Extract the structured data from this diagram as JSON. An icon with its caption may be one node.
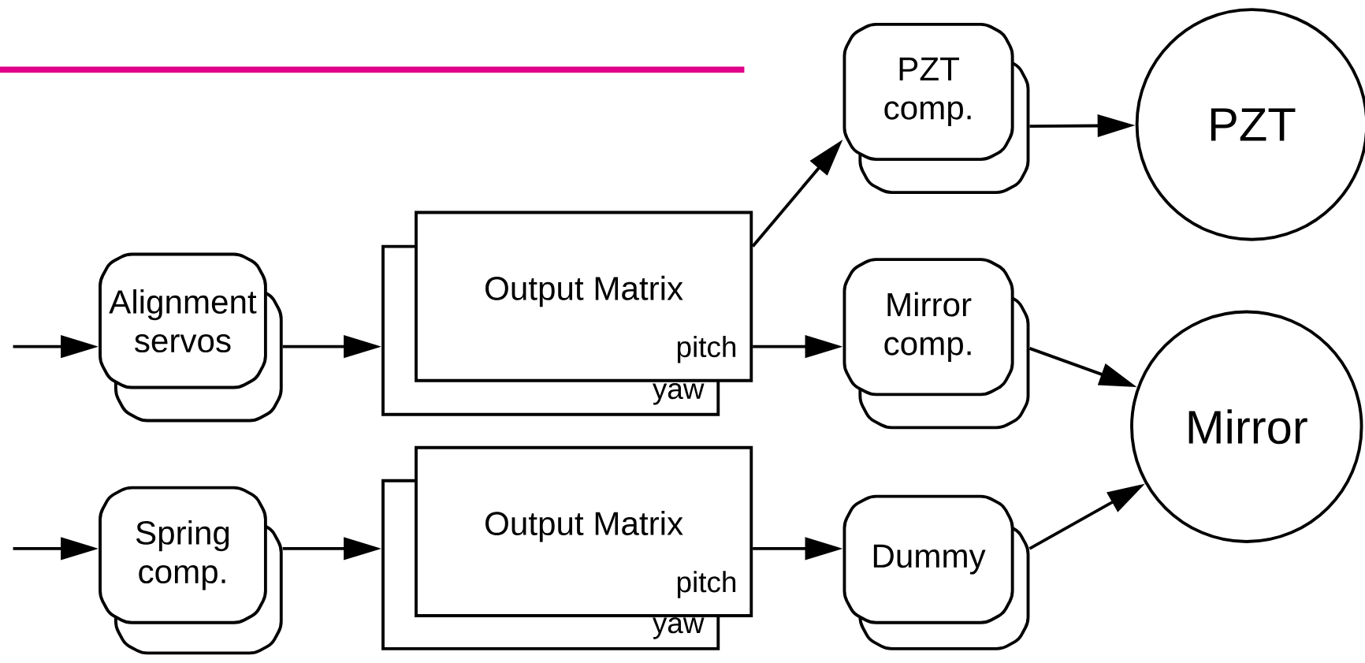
{
  "diagram": {
    "nodes": [
      {
        "text": [
          "Alignment servos"
        ]
      },
      {
        "text": [
          "Output Matrix",
          "pitch",
          "yaw"
        ]
      },
      {
        "text": [
          "Spring comp."
        ]
      },
      {
        "text": [
          "Output Matrix",
          "pitch",
          "yaw"
        ]
      },
      {
        "text": [
          "PZT comp."
        ]
      },
      {
        "text": [
          "Mirror comp."
        ]
      },
      {
        "text": [
          "Dummy"
        ]
      },
      {
        "text": [
          "PZT"
        ]
      },
      {
        "text": [
          "Mirror"
        ]
      }
    ],
    "edges": [
      {
        "from": null,
        "to": 0,
        "arrow": "to"
      },
      {
        "from": 0,
        "to": 1,
        "arrow": "to"
      },
      {
        "from": null,
        "to": 2,
        "arrow": "to"
      },
      {
        "from": 2,
        "to": 3,
        "arrow": "to"
      },
      {
        "from": 1,
        "to": 4,
        "arrow": "to"
      },
      {
        "from": 1,
        "to": 5,
        "arrow": "to"
      },
      {
        "from": 3,
        "to": 6,
        "arrow": "to"
      },
      {
        "from": 4,
        "to": 7,
        "arrow": "to"
      },
      {
        "from": 5,
        "to": 8,
        "arrow": "to"
      },
      {
        "from": 6,
        "to": 8,
        "arrow": "to"
      }
    ]
  }
}
